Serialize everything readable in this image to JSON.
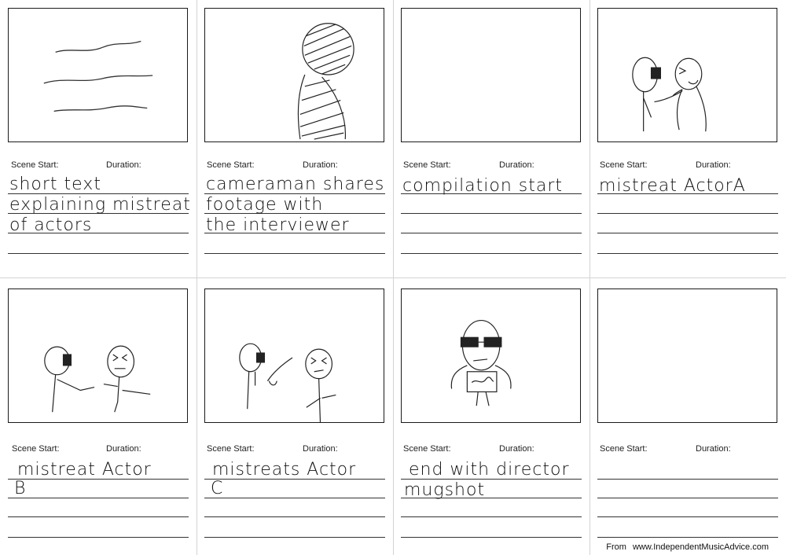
{
  "labels": {
    "scene_start": "Scene Start:",
    "duration": "Duration:"
  },
  "panels": [
    {
      "notes": [
        "short text",
        "explaining mistreat",
        "of actors"
      ]
    },
    {
      "notes": [
        "cameraman shares",
        "footage with",
        "the interviewer"
      ]
    },
    {
      "notes": [
        "compilation start"
      ]
    },
    {
      "notes": [
        "mistreat ActorA"
      ]
    },
    {
      "notes": [
        "mistreat Actor",
        "B"
      ]
    },
    {
      "notes": [
        "mistreats Actor",
        "C"
      ]
    },
    {
      "notes": [
        "end with director",
        "mugshot"
      ]
    },
    {
      "notes": []
    }
  ],
  "footer": {
    "from": "From",
    "site": "www.IndependentMusicAdvice.com"
  }
}
